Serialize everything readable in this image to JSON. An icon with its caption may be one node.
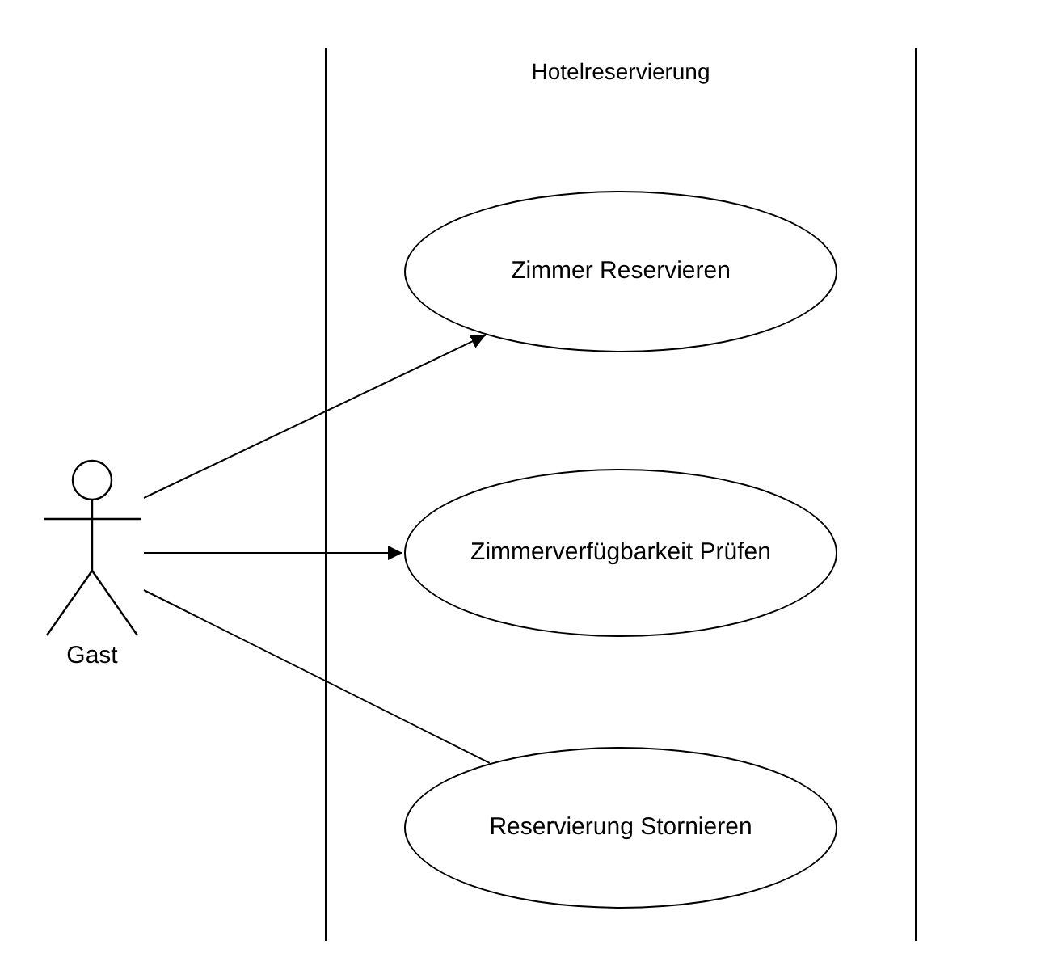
{
  "diagram": {
    "nodes": [
      {
        "text": [
          "Hotelreservierung"
        ]
      },
      {
        "text": [
          "Gast"
        ]
      },
      {
        "text": [
          "Zimmer Reservieren"
        ],
        "in": 0
      },
      {
        "text": [
          "Zimmerverfügbarkeit Prüfen"
        ],
        "in": 0
      },
      {
        "text": [
          "Reservierung Stornieren"
        ],
        "in": 0
      }
    ],
    "edges": [
      {
        "from": 1,
        "to": 2,
        "arrow": "to"
      },
      {
        "from": 1,
        "to": 3,
        "arrow": "to"
      },
      {
        "from": 1,
        "to": 4,
        "arrow": "none"
      }
    ]
  }
}
